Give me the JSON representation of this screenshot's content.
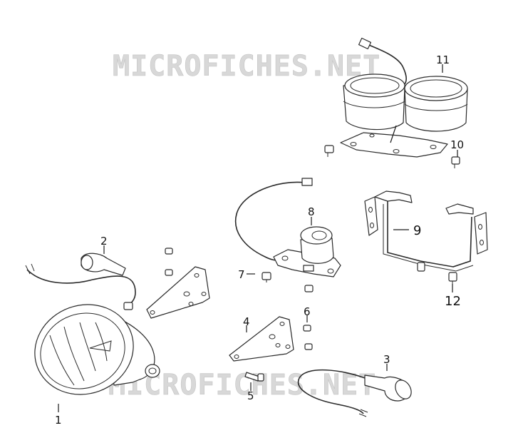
{
  "watermark": "MICROFICHES.NET",
  "callouts": [
    {
      "id": "1",
      "label": "1"
    },
    {
      "id": "2",
      "label": "2"
    },
    {
      "id": "3",
      "label": "3"
    },
    {
      "id": "4",
      "label": "4"
    },
    {
      "id": "5",
      "label": "5"
    },
    {
      "id": "6",
      "label": "6"
    },
    {
      "id": "7",
      "label": "7"
    },
    {
      "id": "8",
      "label": "8"
    },
    {
      "id": "9",
      "label": "9"
    },
    {
      "id": "10",
      "label": "10"
    },
    {
      "id": "11",
      "label": "11"
    },
    {
      "id": "12",
      "label": "12"
    }
  ],
  "colors": {
    "line": "#2a2a2a",
    "watermark": "#d8d8d8",
    "background": "#ffffff"
  }
}
